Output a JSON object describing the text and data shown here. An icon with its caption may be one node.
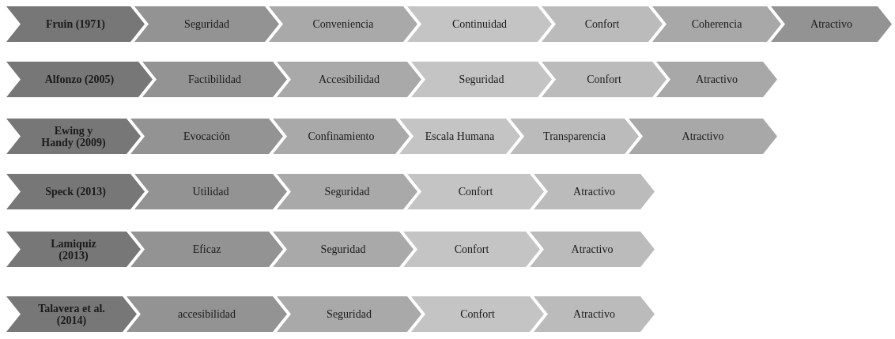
{
  "diagram": {
    "nodes": [
      {
        "text": [
          "Fruin (1971)"
        ]
      },
      {
        "text": [
          "Seguridad"
        ]
      },
      {
        "text": [
          "Conveniencia"
        ]
      },
      {
        "text": [
          "Continuidad"
        ]
      },
      {
        "text": [
          "Confort"
        ]
      },
      {
        "text": [
          "Coherencia"
        ]
      },
      {
        "text": [
          "Atractivo"
        ]
      },
      {
        "text": [
          "Alfonzo (2005)"
        ]
      },
      {
        "text": [
          "Factibilidad"
        ]
      },
      {
        "text": [
          "Accesibilidad"
        ]
      },
      {
        "text": [
          "Seguridad"
        ]
      },
      {
        "text": [
          "Confort"
        ]
      },
      {
        "text": [
          "Atractivo"
        ]
      },
      {
        "text": [
          "Ewing y Handy (2009)"
        ]
      },
      {
        "text": [
          "Evocación"
        ]
      },
      {
        "text": [
          "Confinamiento"
        ]
      },
      {
        "text": [
          "Escala Humana"
        ]
      },
      {
        "text": [
          "Transparencia"
        ]
      },
      {
        "text": [
          "Atractivo"
        ]
      },
      {
        "text": [
          "Speck (2013)"
        ]
      },
      {
        "text": [
          "Utilidad"
        ]
      },
      {
        "text": [
          "Seguridad"
        ]
      },
      {
        "text": [
          "Confort"
        ]
      },
      {
        "text": [
          "Atractivo"
        ]
      },
      {
        "text": [
          "Lamiquiz (2013)"
        ]
      },
      {
        "text": [
          "Eficaz"
        ]
      },
      {
        "text": [
          "Seguridad"
        ]
      },
      {
        "text": [
          "Confort"
        ]
      },
      {
        "text": [
          "Atractivo"
        ]
      },
      {
        "text": [
          "Talavera et al. (2014)"
        ]
      },
      {
        "text": [
          "accesibilidad"
        ]
      },
      {
        "text": [
          "Seguridad"
        ]
      },
      {
        "text": [
          "Confort"
        ]
      },
      {
        "text": [
          "Atractivo"
        ]
      }
    ]
  }
}
